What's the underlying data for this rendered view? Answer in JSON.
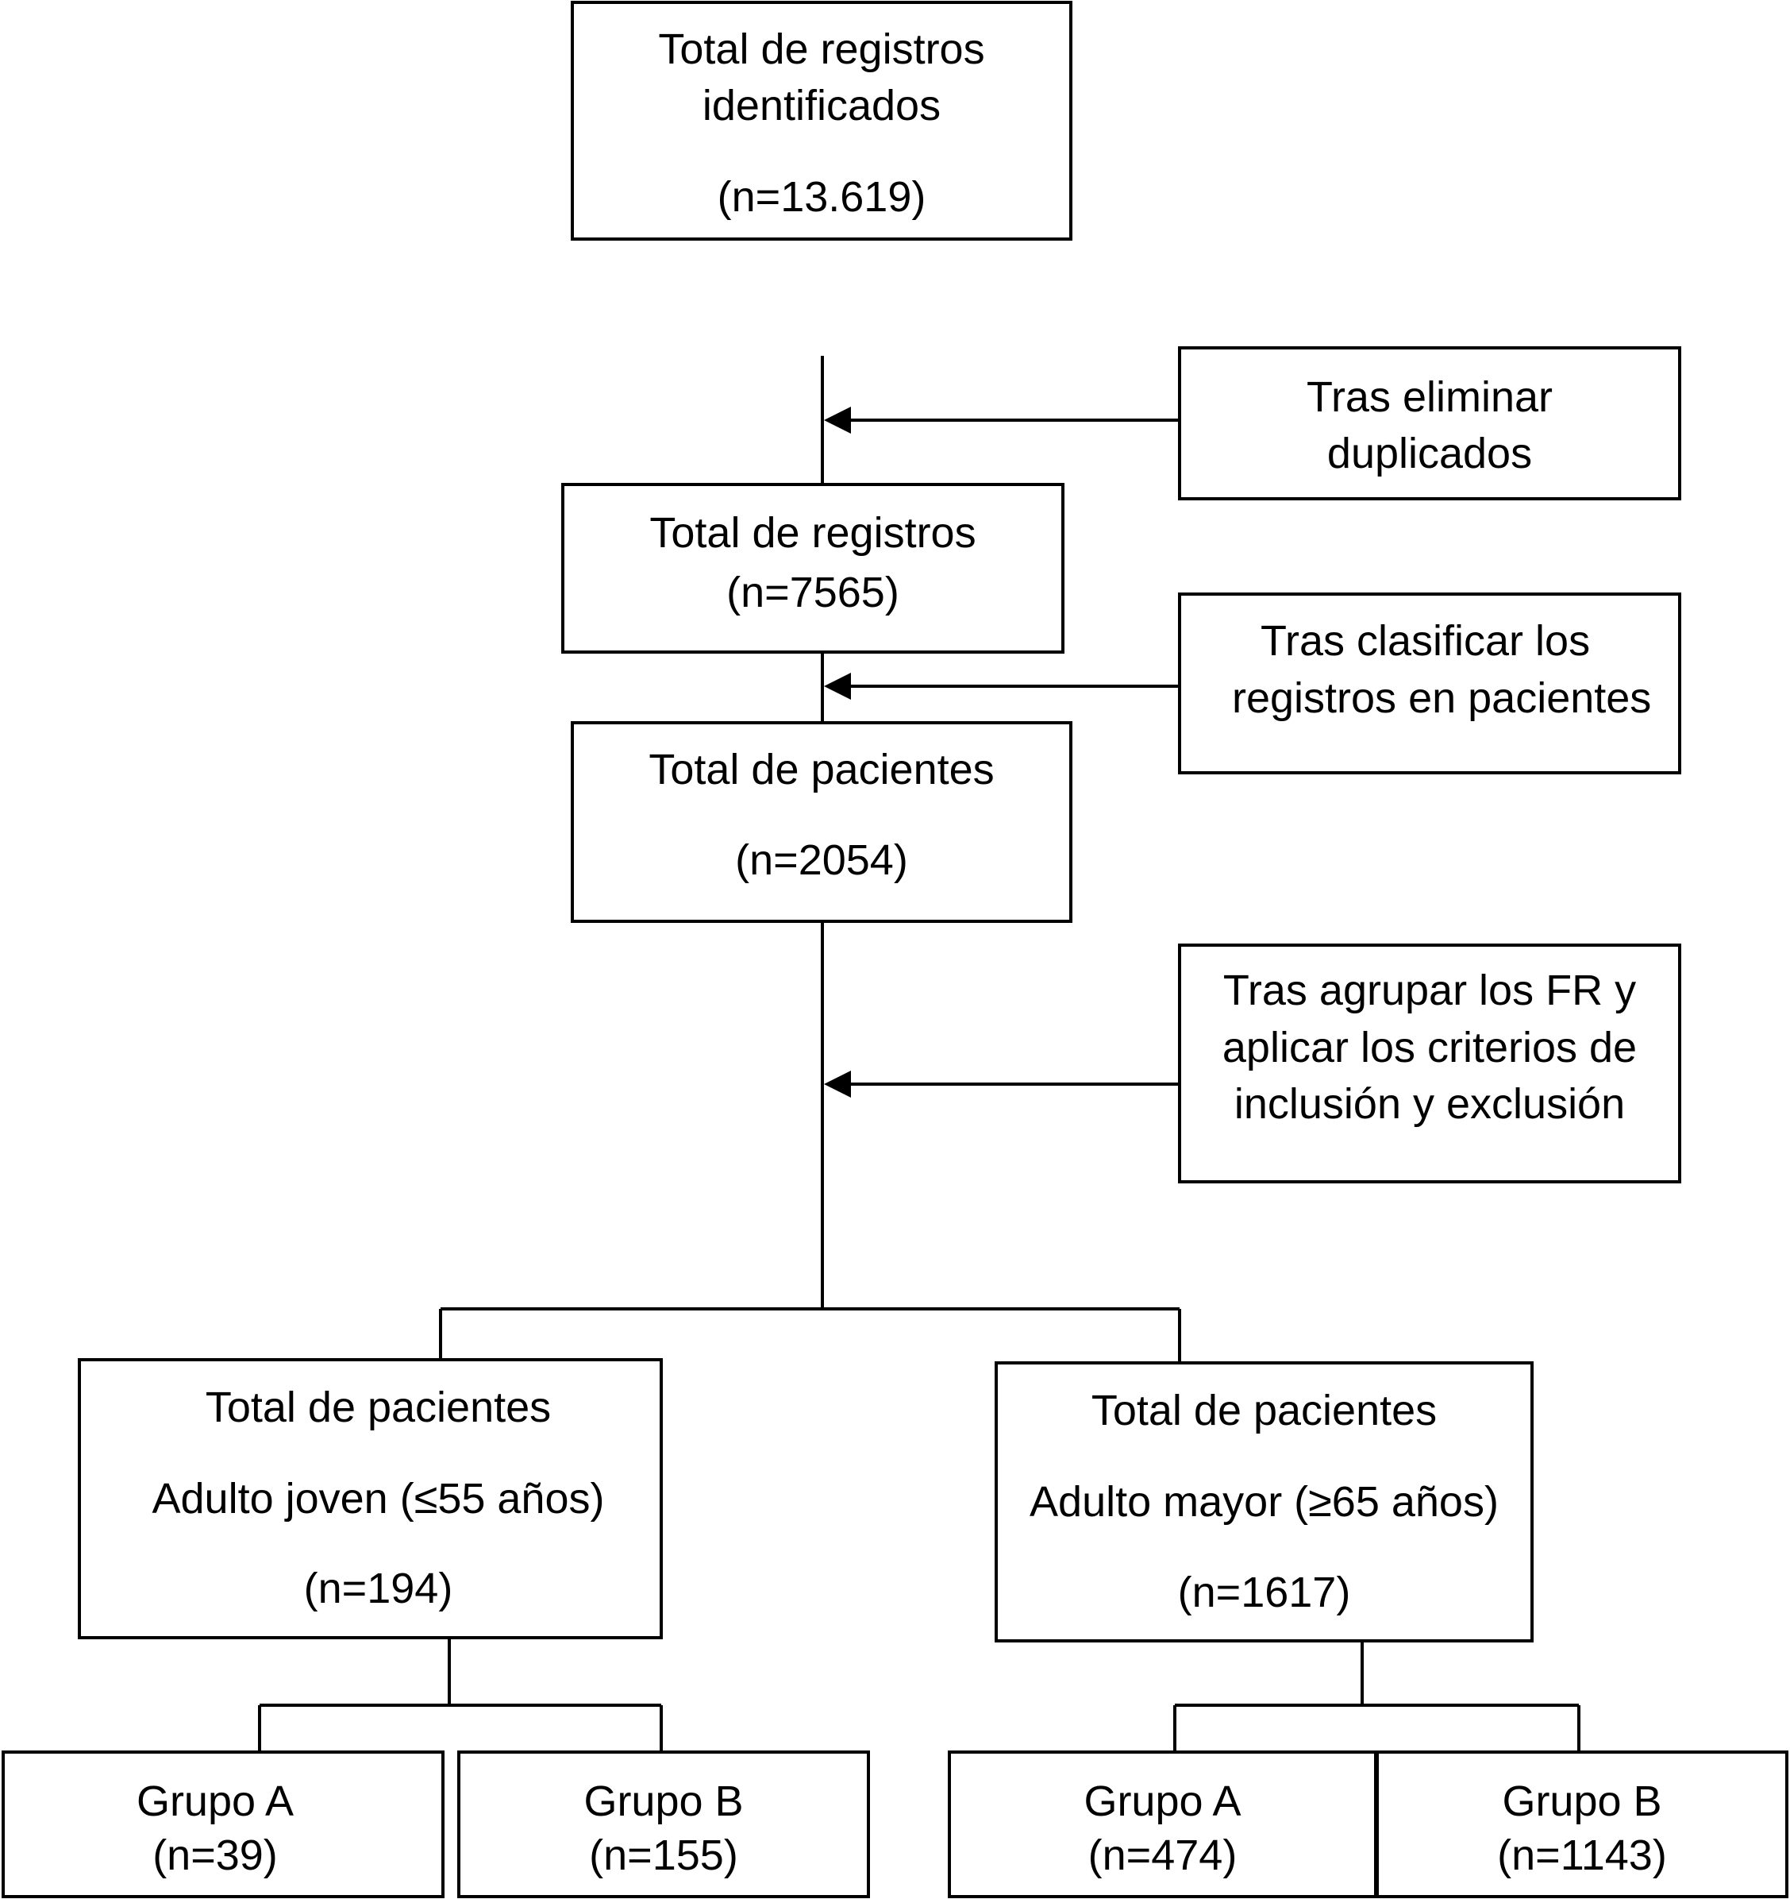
{
  "flow": {
    "identified": {
      "label_line1": "Total de registros",
      "label_line2": "identificados",
      "count": "(n=13.619)"
    },
    "dedup_note": {
      "line1": "Tras eliminar",
      "line2": "duplicados"
    },
    "records": {
      "label": "Total de registros",
      "count": "(n=7565)"
    },
    "classify_note": {
      "line1": "Tras clasificar los",
      "line2": "registros en pacientes"
    },
    "patients": {
      "label": "Total de pacientes",
      "count": "(n=2054)"
    },
    "criteria_note": {
      "line1": "Tras agrupar los FR y",
      "line2": "aplicar los criterios de",
      "line3": "inclusión y exclusión"
    },
    "young": {
      "label": "Total de pacientes",
      "subtitle": "Adulto joven (≤55 años)",
      "count": "(n=194)"
    },
    "older": {
      "label": "Total de pacientes",
      "subtitle": "Adulto mayor (≥65 años)",
      "count": "(n=1617)"
    },
    "young_group_a": {
      "label": "Grupo A",
      "count": "(n=39)"
    },
    "young_group_b": {
      "label": "Grupo B",
      "count": "(n=155)"
    },
    "older_group_a": {
      "label": "Grupo A",
      "count": "(n=474)"
    },
    "older_group_b": {
      "label": "Grupo B",
      "count": "(n=1143)"
    }
  }
}
